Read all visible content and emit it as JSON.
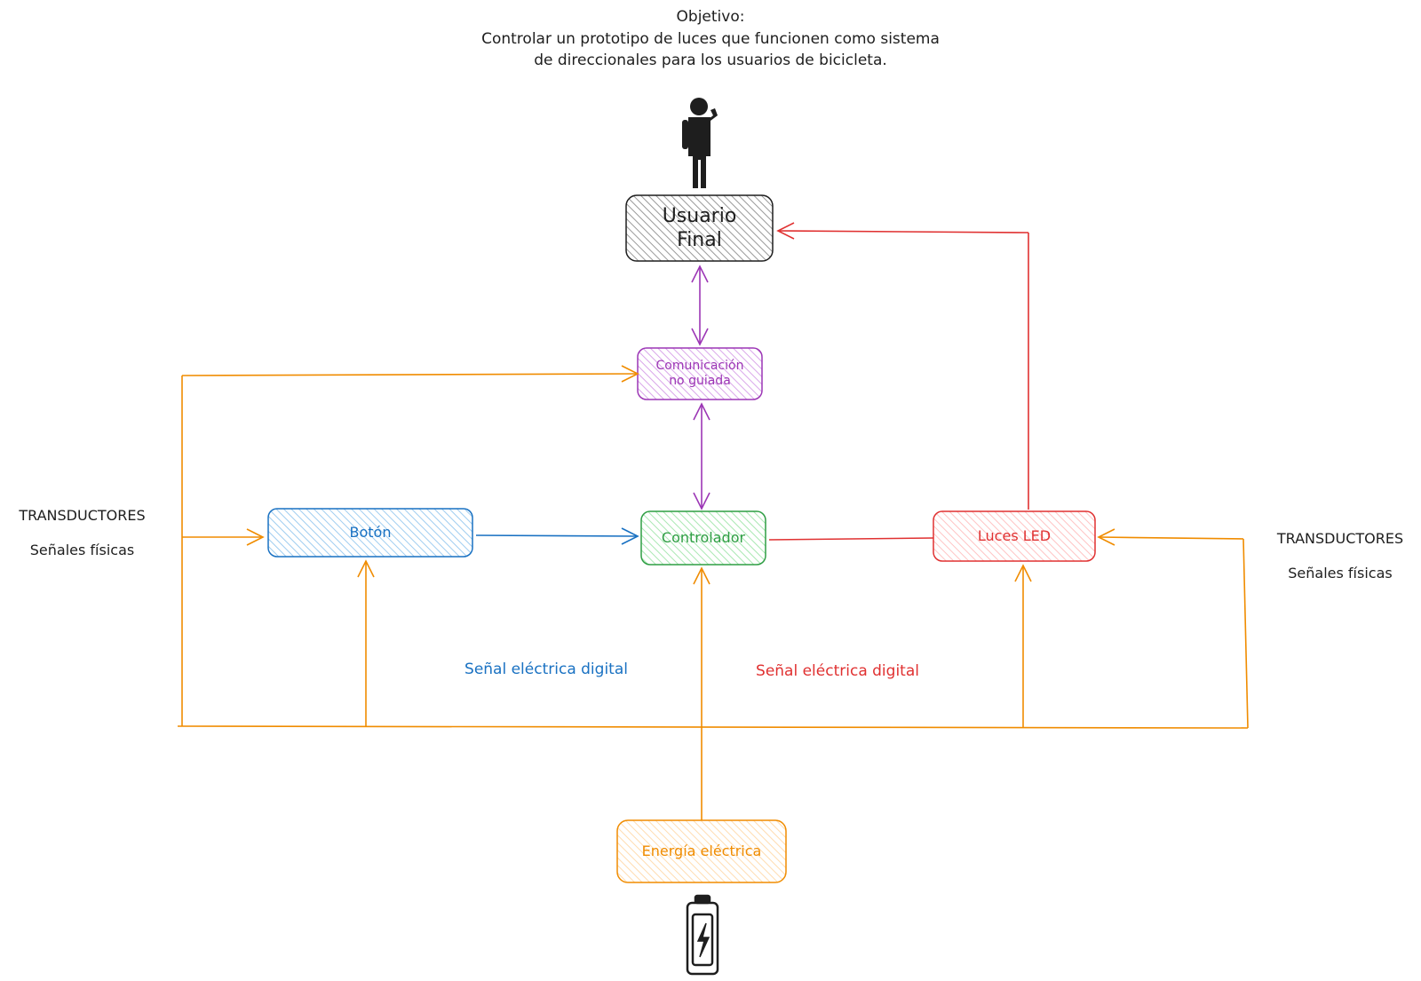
{
  "objective": {
    "heading": "Objetivo:",
    "line1": "Controlar un prototipo de luces que funcionen como sistema",
    "line2": "de direccionales para los usuarios de bicicleta."
  },
  "nodes": {
    "usuario": {
      "line1": "Usuario",
      "line2": "Final",
      "color": "#1e1e1e",
      "fill": "#b5b5b5"
    },
    "comunicacion": {
      "line1": "Comunicación",
      "line2": "no guiada",
      "color": "#9c36b5",
      "fill": "#e5b6f2"
    },
    "boton": {
      "label": "Botón",
      "color": "#1971c2",
      "fill": "#a5d3f5"
    },
    "controlador": {
      "label": "Controlador",
      "color": "#2f9e44",
      "fill": "#b2f2bb"
    },
    "luces": {
      "label": "Luces LED",
      "color": "#e03131",
      "fill": "#ffc9c9"
    },
    "energia": {
      "label": "Energía eléctrica",
      "color": "#f08c00",
      "fill": "#ffe0b3"
    }
  },
  "labels": {
    "left_transductores": "TRANSDUCTORES",
    "left_senales": "Señales físicas",
    "right_transductores": "TRANSDUCTORES",
    "right_senales": "Señales físicas",
    "senal_blue": "Señal eléctrica digital",
    "senal_red": "Señal eléctrica digital"
  },
  "colors": {
    "orange": "#f08c00",
    "purple": "#9c36b5",
    "red": "#e03131",
    "blue": "#1971c2",
    "dark": "#1e1e1e"
  },
  "icons": {
    "user": "person-on-phone-icon",
    "battery": "battery-charging-icon"
  }
}
